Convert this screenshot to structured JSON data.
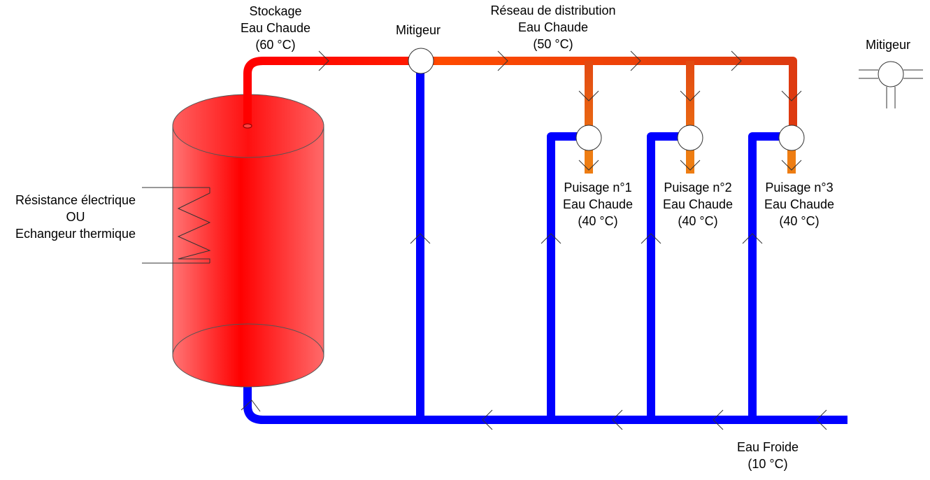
{
  "labels": {
    "storage": {
      "line1": "Stockage",
      "line2": "Eau Chaude",
      "line3": "(60 °C)"
    },
    "mixer_main": "Mitigeur",
    "network": {
      "line1": "Réseau de distribution",
      "line2": "Eau Chaude",
      "line3": "(50 °C)"
    },
    "mixer_legend": "Mitigeur",
    "heater": {
      "line1": "Résistance électrique",
      "line2": "OU",
      "line3": "Echangeur thermique"
    },
    "draw_points": [
      {
        "line1": "Puisage n°1",
        "line2": "Eau Chaude",
        "line3": "(40 °C)"
      },
      {
        "line1": "Puisage n°2",
        "line2": "Eau Chaude",
        "line3": "(40 °C)"
      },
      {
        "line1": "Puisage n°3",
        "line2": "Eau Chaude",
        "line3": "(40 °C)"
      }
    ],
    "cold_water": {
      "line1": "Eau Froide",
      "line2": "(10 °C)"
    }
  },
  "colors": {
    "hot_60": "#ff0000",
    "hot_50": "#ff4500",
    "warm_40": "#ee7d12",
    "cold": "#0000ff",
    "tank": "#ff0000"
  }
}
